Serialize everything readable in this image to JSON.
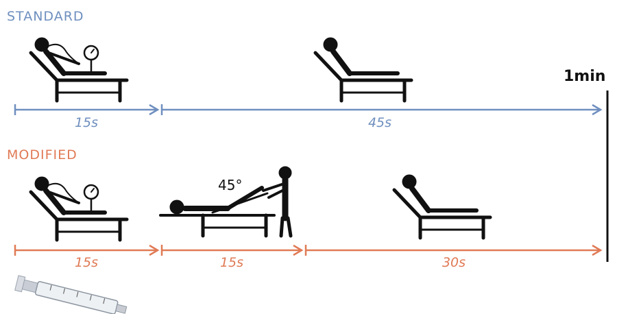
{
  "colors": {
    "standard": "#6f8fbf",
    "modified": "#e07a55",
    "ink": "#111111"
  },
  "standard": {
    "title": "STANDARD",
    "steps": [
      {
        "duration": "15s",
        "icon": "seated-person-bp-monitor-icon"
      },
      {
        "duration": "45s",
        "icon": "seated-person-resting-icon"
      }
    ]
  },
  "modified": {
    "title": "MODIFIED",
    "steps": [
      {
        "duration": "15s",
        "icon": "seated-person-bp-monitor-icon"
      },
      {
        "duration": "15s",
        "icon": "passive-leg-raise-icon"
      },
      {
        "duration": "30s",
        "icon": "seated-person-resting-icon"
      }
    ],
    "angle_label": "45°"
  },
  "total_label": "1min",
  "syringe_icon": "syringe-icon"
}
